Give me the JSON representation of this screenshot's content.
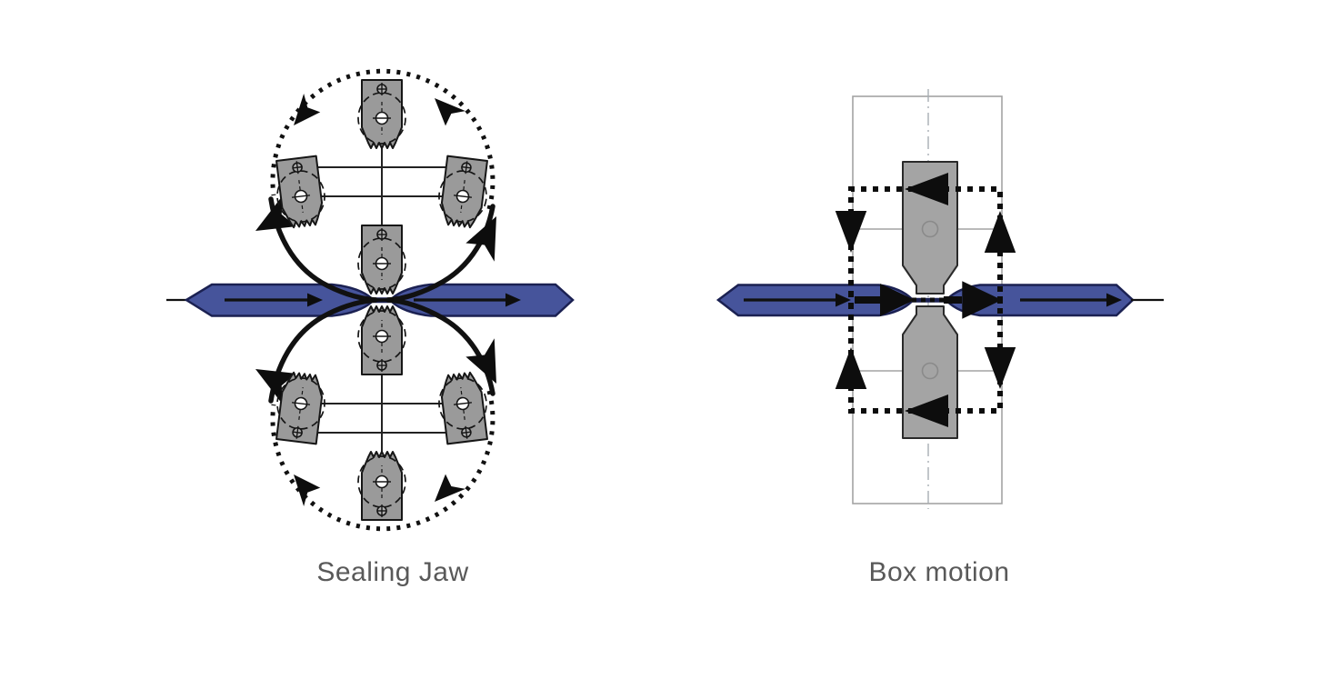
{
  "figures": [
    {
      "id": "sealing-jaw",
      "caption": "Sealing Jaw"
    },
    {
      "id": "box-motion",
      "caption": "Box motion"
    }
  ],
  "colors": {
    "background": "#ffffff",
    "film_fill": "#46549b",
    "film_stroke": "#1b2152",
    "jaw_fill": "#9a9a9a",
    "jaw_fill_right": "#a4a4a4",
    "outline_gray": "#a3a3a3",
    "ink": "#0d0d0d",
    "caption_color": "#595959"
  }
}
